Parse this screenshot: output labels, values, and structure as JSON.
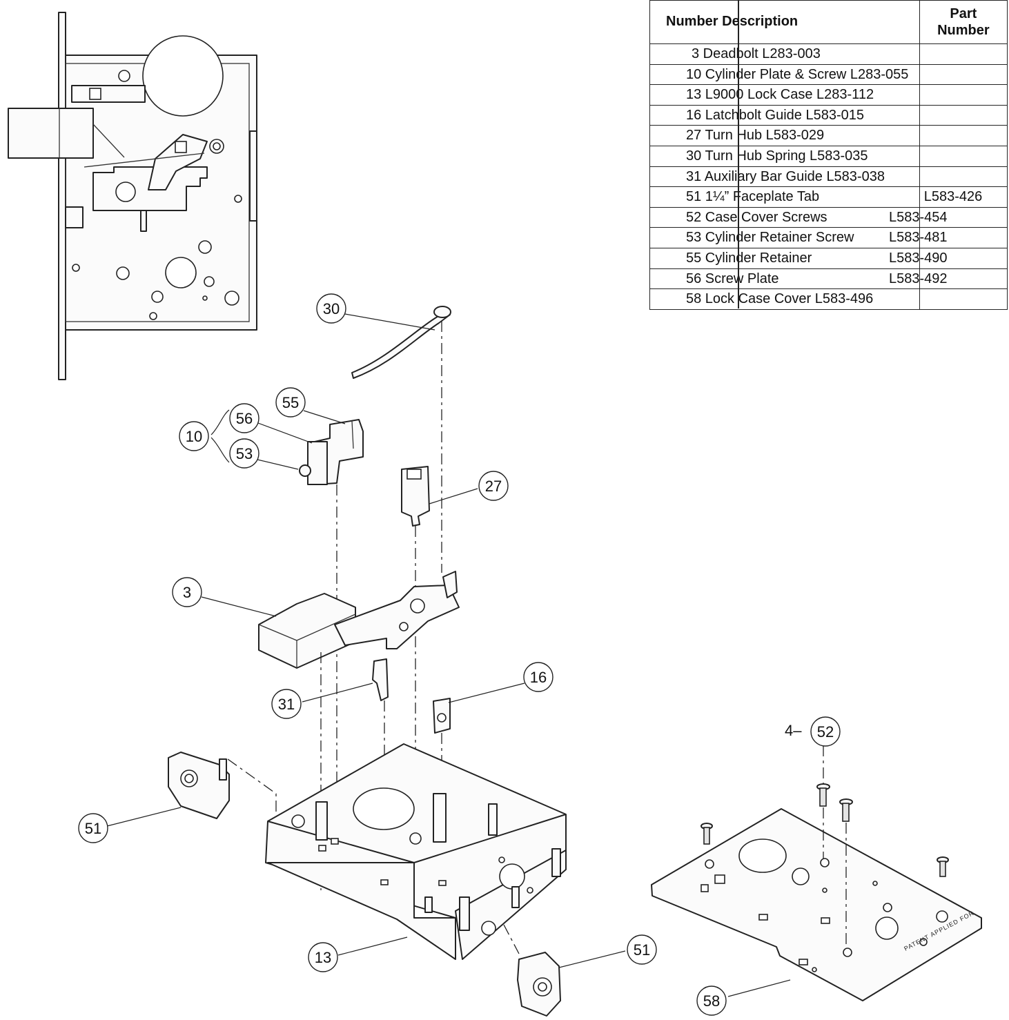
{
  "table": {
    "header": {
      "left": "Number Description",
      "right_line1": "Part",
      "right_line2": "Number"
    },
    "rows": [
      {
        "text": "3 Deadbolt L283-003",
        "part": "",
        "lead": " "
      },
      {
        "text": "10 Cylinder Plate & Screw L283-055",
        "part": "",
        "lead": ""
      },
      {
        "text": "13 L9000 Lock Case L283-112",
        "part": "",
        "lead": ""
      },
      {
        "text": "16 Latchbolt Guide L583-015",
        "part": "",
        "lead": ""
      },
      {
        "text": "27 Turn Hub L583-029",
        "part": "",
        "lead": ""
      },
      {
        "text": "30 Turn Hub Spring L583-035",
        "part": "",
        "lead": ""
      },
      {
        "text": "31 Auxiliary Bar Guide L583-038",
        "part": "",
        "lead": ""
      },
      {
        "text": "51        1¼” Faceplate Tab",
        "part": "L583-426",
        "lead": ""
      },
      {
        "text": "52 Case Cover Screws",
        "part": "L583-454",
        "lead": ""
      },
      {
        "text": "53 Cylinder Retainer Screw",
        "part": "L583-481",
        "lead": ""
      },
      {
        "text": "55 Cylinder Retainer",
        "part": "L583-490",
        "lead": ""
      },
      {
        "text": "56 Screw Plate",
        "part": "L583-492",
        "lead": ""
      },
      {
        "text": "58 Lock Case Cover L583-496",
        "part": "",
        "lead": ""
      }
    ]
  },
  "callouts": {
    "c30": "30",
    "c55": "55",
    "c56": "56",
    "c10": "10",
    "c53": "53",
    "c27": "27",
    "c3": "3",
    "c16": "16",
    "c31": "31",
    "c51a": "51",
    "c13": "13",
    "c51b": "51",
    "c52": "52",
    "c58": "58"
  },
  "quantity_prefix": "4–",
  "plate_marking": "PATENT APPLIED FOR"
}
